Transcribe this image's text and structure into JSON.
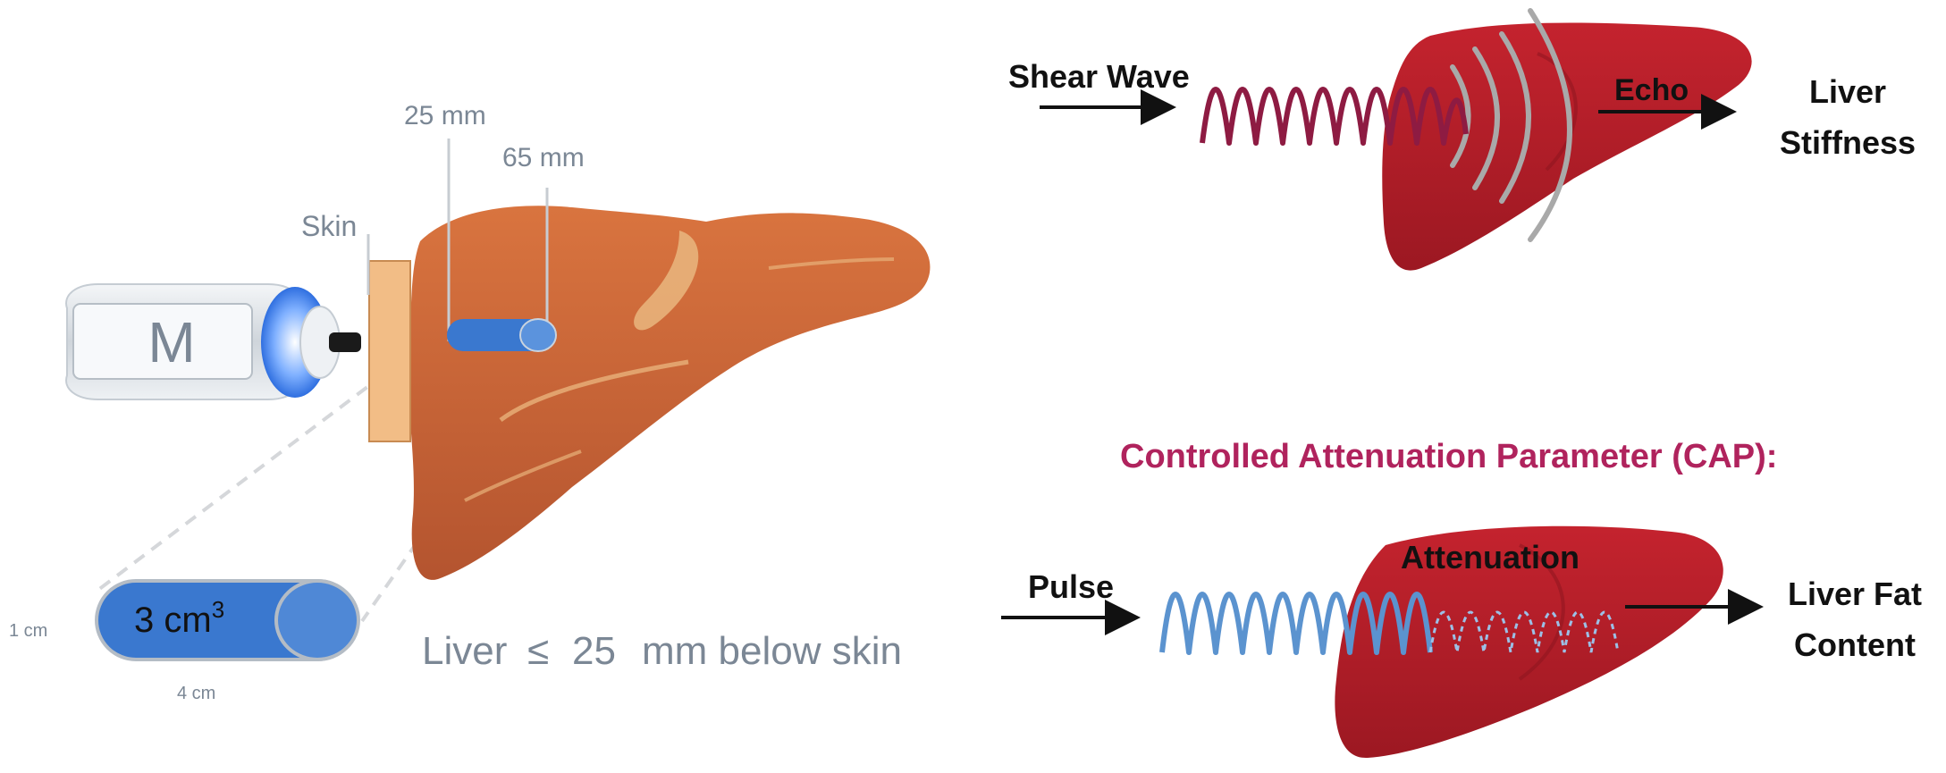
{
  "left_panel": {
    "probe_label": "M",
    "skin_label": "Skin",
    "depth_min_label": "25 mm",
    "depth_max_label": "65 mm",
    "volume_label": "3 cm",
    "volume_superscript": "3",
    "height_label": "1 cm",
    "width_label": "4 cm",
    "caption_prefix": "Liver",
    "caption_symbol": "≤",
    "caption_value": "25",
    "caption_suffix": "mm below skin"
  },
  "stiffness_panel": {
    "input_label": "Shear Wave",
    "echo_label": "Echo",
    "output_line1": "Liver",
    "output_line2": "Stiffness"
  },
  "cap_panel": {
    "title": "Controlled Attenuation Parameter (CAP):",
    "input_label": "Pulse",
    "attenuation_label": "Attenuation",
    "output_line1": "Liver Fat",
    "output_line2": "Content"
  },
  "colors": {
    "liver_orange": "#c8643a",
    "liver_red": "#b01c27",
    "shear_wave": "#8e1b42",
    "pulse_wave": "#5b93cf",
    "volume_blue": "#3a78cf",
    "cap_title": "#b0235d"
  }
}
